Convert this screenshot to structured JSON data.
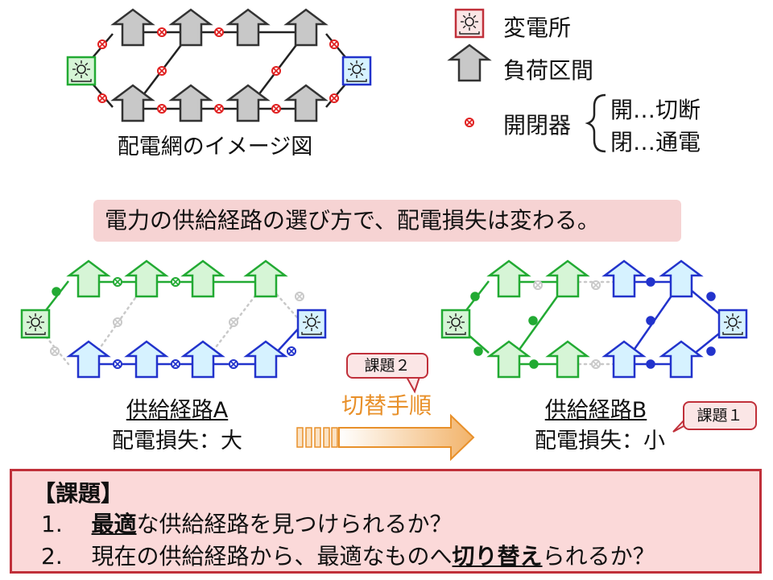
{
  "diagram": {
    "legend": {
      "substation": "変電所",
      "load_section": "負荷区間",
      "switch": "開閉器",
      "switch_open": "開…切断",
      "switch_closed": "閉…通電"
    },
    "top_caption": "配電網のイメージ図",
    "banner": "電力の供給経路の選び方で、配電損失は変わる。",
    "route_a": {
      "title": "供給経路A",
      "loss": "配電損失：大"
    },
    "route_b": {
      "title": "供給経路B",
      "loss": "配電損失：小"
    },
    "arrow_label": "切替手順",
    "callout_issue2": "課題２",
    "callout_issue1": "課題１",
    "issues": {
      "header": "【課題】",
      "item1_num": "1.",
      "item1_em": "最適",
      "item1_rest": "な供給経路を見つけられるか？",
      "item2_num": "2.",
      "item2_pre": "現在の供給経路から、最適なものへ",
      "item2_em": "切り替え",
      "item2_post": "られるか？"
    }
  },
  "colors": {
    "green": "#22aa33",
    "green_fill": "#d6f5d6",
    "blue": "#2233cc",
    "blue_fill": "#d6f2ff",
    "gray": "#c9c9c9",
    "red": "#e02020",
    "orange": "#e8902a",
    "issue_border": "#c0303a",
    "issue_fill": "#fbd9d9",
    "banner_fill": "#f6d3d3"
  }
}
